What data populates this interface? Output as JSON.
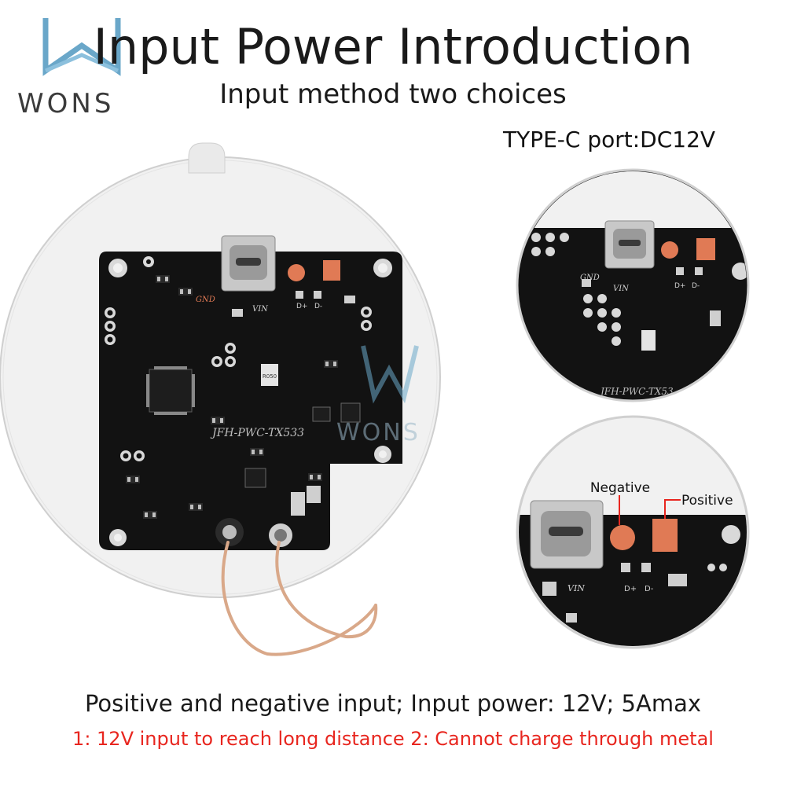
{
  "header": {
    "title": "Input Power Introduction",
    "subtitle": "Input method two choices"
  },
  "brand": {
    "logo_text": "WONS",
    "watermark_text": "WONS"
  },
  "right_panel": {
    "top_label": "TYPE-C port:DC12V",
    "zoom_bottom": {
      "negative_label": "Negative",
      "positive_label": "Positive"
    }
  },
  "board": {
    "model": "JFH-PWC-TX533",
    "model_partial": "JFH-PWC-TX53",
    "gnd": "GND",
    "vin": "VIN",
    "dplus": "D+",
    "dminus": "D-",
    "resistor": "R050"
  },
  "footer": {
    "line_1": "Positive and negative input; Input power: 12V; 5Amax",
    "line_2": "1: 12V input to reach long distance 2: Cannot charge through metal"
  },
  "colors": {
    "accent_red": "#e8261f",
    "pcb": "#111111",
    "copper_pad": "#e07a55",
    "text_dark": "#1a1a1a"
  }
}
